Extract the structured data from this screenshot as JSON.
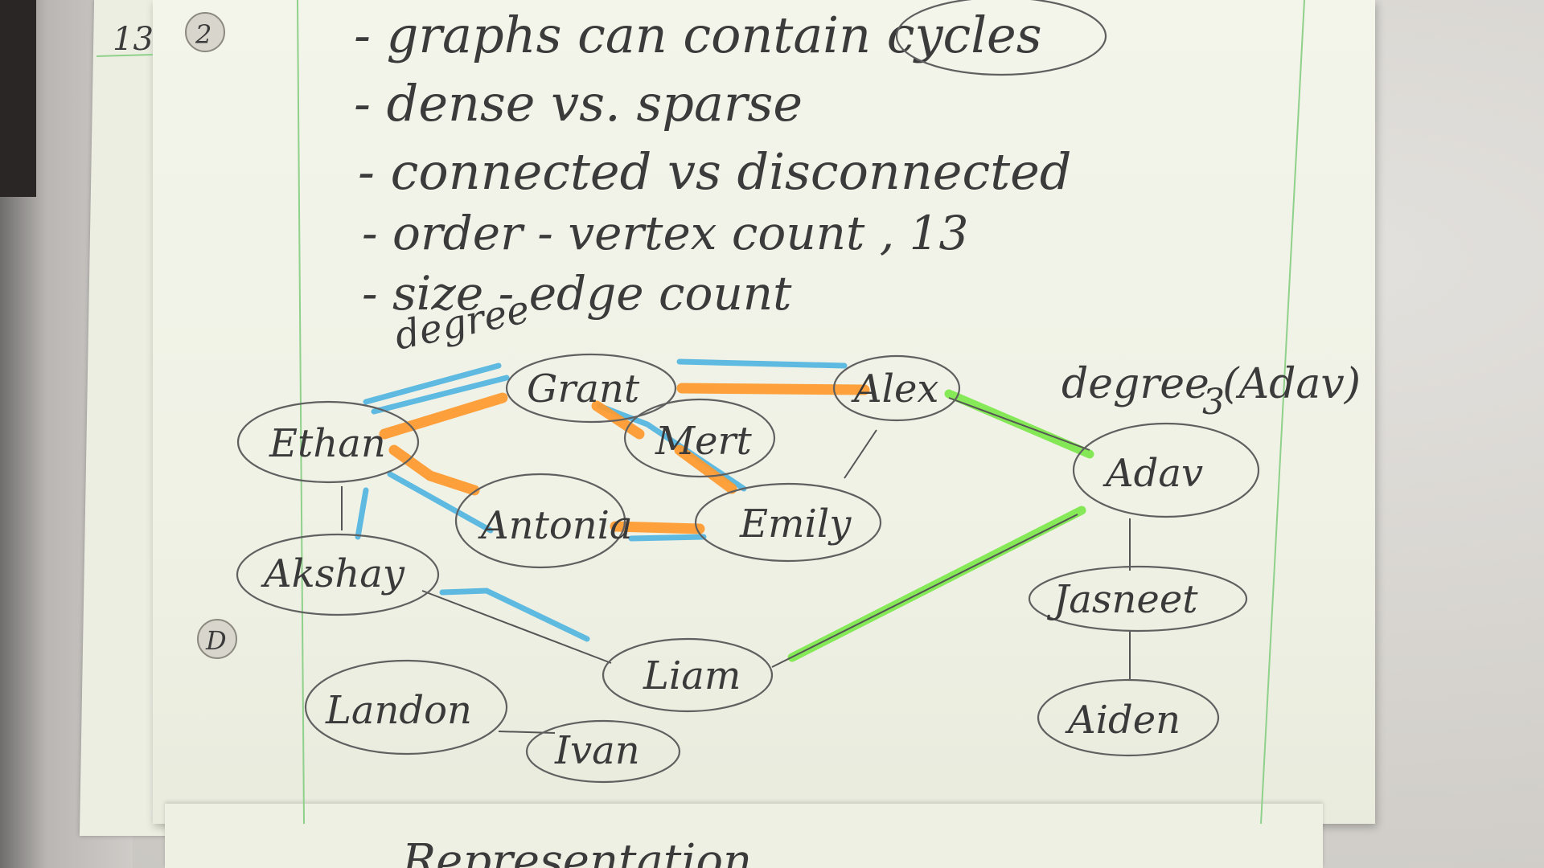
{
  "page_number": "13",
  "hole_marks": [
    "2",
    "D"
  ],
  "notes": [
    {
      "text": "- graphs can contain cycles"
    },
    {
      "text": "- dense vs. sparse"
    },
    {
      "text": "- connected vs disconnected"
    },
    {
      "text": "- order - vertex count , 13"
    },
    {
      "text": "- size - edge count"
    }
  ],
  "degree_label": "degree",
  "degree_annotation": {
    "label": "degree (Adav)",
    "value": "3"
  },
  "nodes": [
    {
      "id": "ethan",
      "label": "Ethan"
    },
    {
      "id": "grant",
      "label": "Grant"
    },
    {
      "id": "alex",
      "label": "Alex"
    },
    {
      "id": "mert",
      "label": "Mert"
    },
    {
      "id": "antonia",
      "label": "Antonia"
    },
    {
      "id": "emily",
      "label": "Emily"
    },
    {
      "id": "akshay",
      "label": "Akshay"
    },
    {
      "id": "liam",
      "label": "Liam"
    },
    {
      "id": "landon",
      "label": "Landon"
    },
    {
      "id": "ivan",
      "label": "Ivan"
    },
    {
      "id": "adav",
      "label": "Adav"
    },
    {
      "id": "jasneet",
      "label": "Jasneet"
    },
    {
      "id": "aiden",
      "label": "Aiden"
    }
  ],
  "highlight_colors": {
    "orange": "#ff9a2e",
    "blue": "#4fb4e0",
    "green": "#7fe84f",
    "ink": "#3b3b3b"
  },
  "bottom_partial_text": "Representation"
}
